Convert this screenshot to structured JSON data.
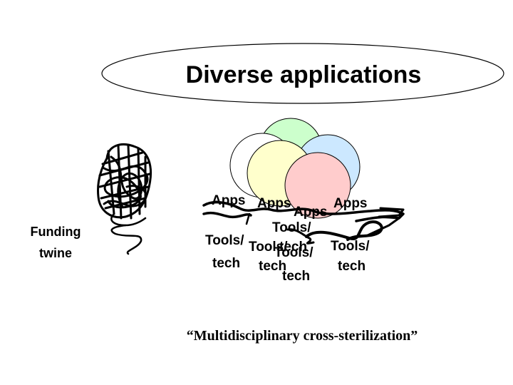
{
  "title": "Diverse applications",
  "funding": {
    "line1": "Funding",
    "line2": "twine"
  },
  "apps": [
    "Apps",
    "Apps",
    "Apps",
    "Apps"
  ],
  "tools": [
    "Tools/",
    "Tools/",
    "Tools/",
    "Tools/"
  ],
  "tech": [
    "tech",
    "tech",
    "tech",
    "tech",
    "tech"
  ],
  "caption": "“Multidisciplinary cross-sterilization”",
  "colors": {
    "circle_white": "#ffffff",
    "circle_green": "#ccffcc",
    "circle_blue": "#cce8ff",
    "circle_yellow": "#ffffcc",
    "circle_pink": "#ffcccc",
    "ellipse_fill": "#ffffff",
    "ink": "#000000"
  }
}
